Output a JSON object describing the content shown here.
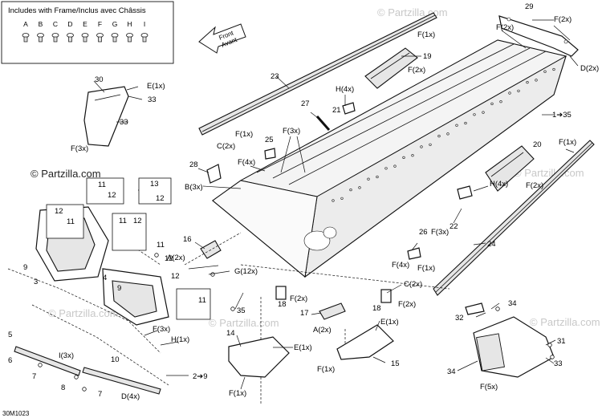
{
  "legend": {
    "title": "Includes with Frame/Inclus avec Châssis",
    "letters": [
      "A",
      "B",
      "C",
      "D",
      "E",
      "F",
      "G",
      "H",
      "I"
    ]
  },
  "watermark": {
    "main": "© Partzilla.com",
    "repeat": "© Partzilla.com"
  },
  "arrow_text": {
    "line1": "Front",
    "line2": "Avant"
  },
  "figure_code": "30M1023",
  "labels": {
    "p29": "29",
    "f2x_tr": "F(2x)",
    "f2x_top": "F(2x)",
    "f1x_top": "F(1x)",
    "d2x_tr": "D(2x)",
    "p19": "19",
    "f2x_19": "F(2x)",
    "p23": "23",
    "h4x": "H(4x)",
    "p21": "21",
    "p27": "27",
    "p30": "30",
    "e1x_30": "E(1x)",
    "p33a": "33",
    "p33b": "33",
    "f3x_30": "F(3x)",
    "p135": "1➔35",
    "f1x_mid": "F(1x)",
    "c2x_mid": "C(2x)",
    "p25": "25",
    "f3x_mid": "F(3x)",
    "f4x_mid": "F(4x)",
    "p28": "28",
    "b3x": "B(3x)",
    "p20": "20",
    "f1x_r": "F(1x)",
    "f2x_r": "F(2x)",
    "h4x_r": "H(4x)",
    "p22": "22",
    "p13": "13",
    "p12_13": "12",
    "p11a": "11",
    "p12a": "12",
    "p12b": "12",
    "p11b": "11",
    "p11c": "11",
    "p12c": "12",
    "p16": "16",
    "a2x_16": "A(2x)",
    "p11d": "11",
    "p12d": "12",
    "p9a": "9",
    "p3": "3",
    "p4": "4",
    "p9b": "9",
    "p12e": "12",
    "p11e": "11",
    "g12x": "G(12x)",
    "p26": "26",
    "f3x_26": "F(3x)",
    "f4x_26": "F(4x)",
    "p24": "24",
    "f1x_24": "F(1x)",
    "c2x_24": "C(2x)",
    "p35": "35",
    "p18a": "18",
    "f2x_18a": "F(2x)",
    "p18b": "18",
    "f2x_18b": "F(2x)",
    "p17": "17",
    "a2x_17": "A(2x)",
    "e1x_17": "E(1x)",
    "f3x_l": "F(3x)",
    "h1x": "H(1x)",
    "p5": "5",
    "i3x": "I(3x)",
    "p10": "10",
    "p6": "6",
    "p7a": "7",
    "p8": "8",
    "p7b": "7",
    "d4x": "D(4x)",
    "p14": "14",
    "e1x_14": "E(1x)",
    "f1x_14": "F(1x)",
    "f1x_15": "F(1x)",
    "p15": "15",
    "p29to9": "2➔9",
    "p34a": "34",
    "p32": "32",
    "p31": "31",
    "p34b": "34",
    "p33c": "33",
    "f5x": "F(5x)"
  }
}
